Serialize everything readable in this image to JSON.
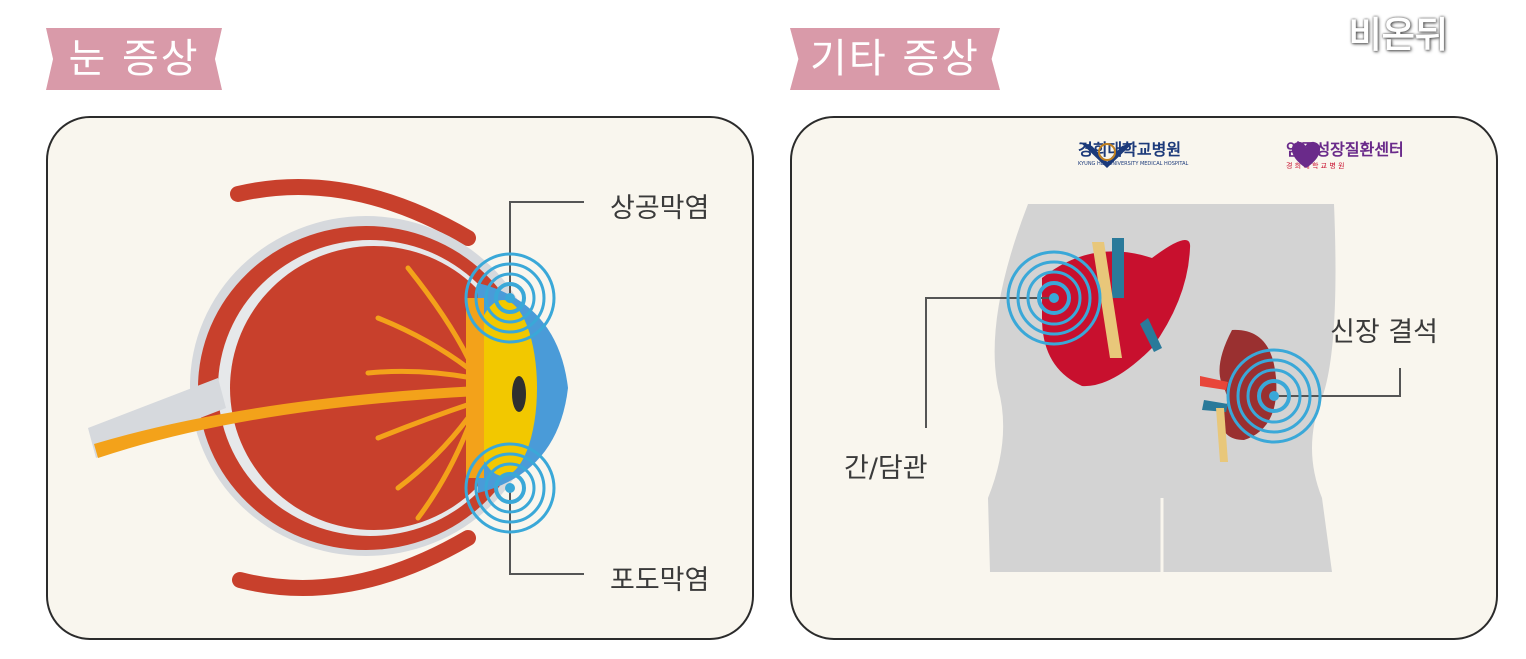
{
  "sections": {
    "eye": {
      "title": "눈 증상",
      "labels": {
        "upper": "상공막염",
        "lower": "포도막염"
      }
    },
    "other": {
      "title": "기타 증상",
      "labels": {
        "liver": "간/담관",
        "kidney": "신장 결석"
      }
    }
  },
  "logos": {
    "hospital": {
      "name": "경희대학교병원",
      "sub": "KYUNG HEE UNIVERSITY MEDICAL HOSPITAL"
    },
    "center": {
      "name": "염증성장질환센터",
      "sub": "경 희 대 학 교 병 원"
    }
  },
  "watermark": "비온뒤",
  "colors": {
    "banner": "#d99aa9",
    "panel_bg": "#f9f6ee",
    "ring": "#3aa8d8",
    "eye_red": "#c8402c",
    "nerve": "#f3a21a",
    "liver": "#c8102e",
    "logo_blue": "#1c3a7a",
    "logo_purple": "#6a2a8a"
  }
}
